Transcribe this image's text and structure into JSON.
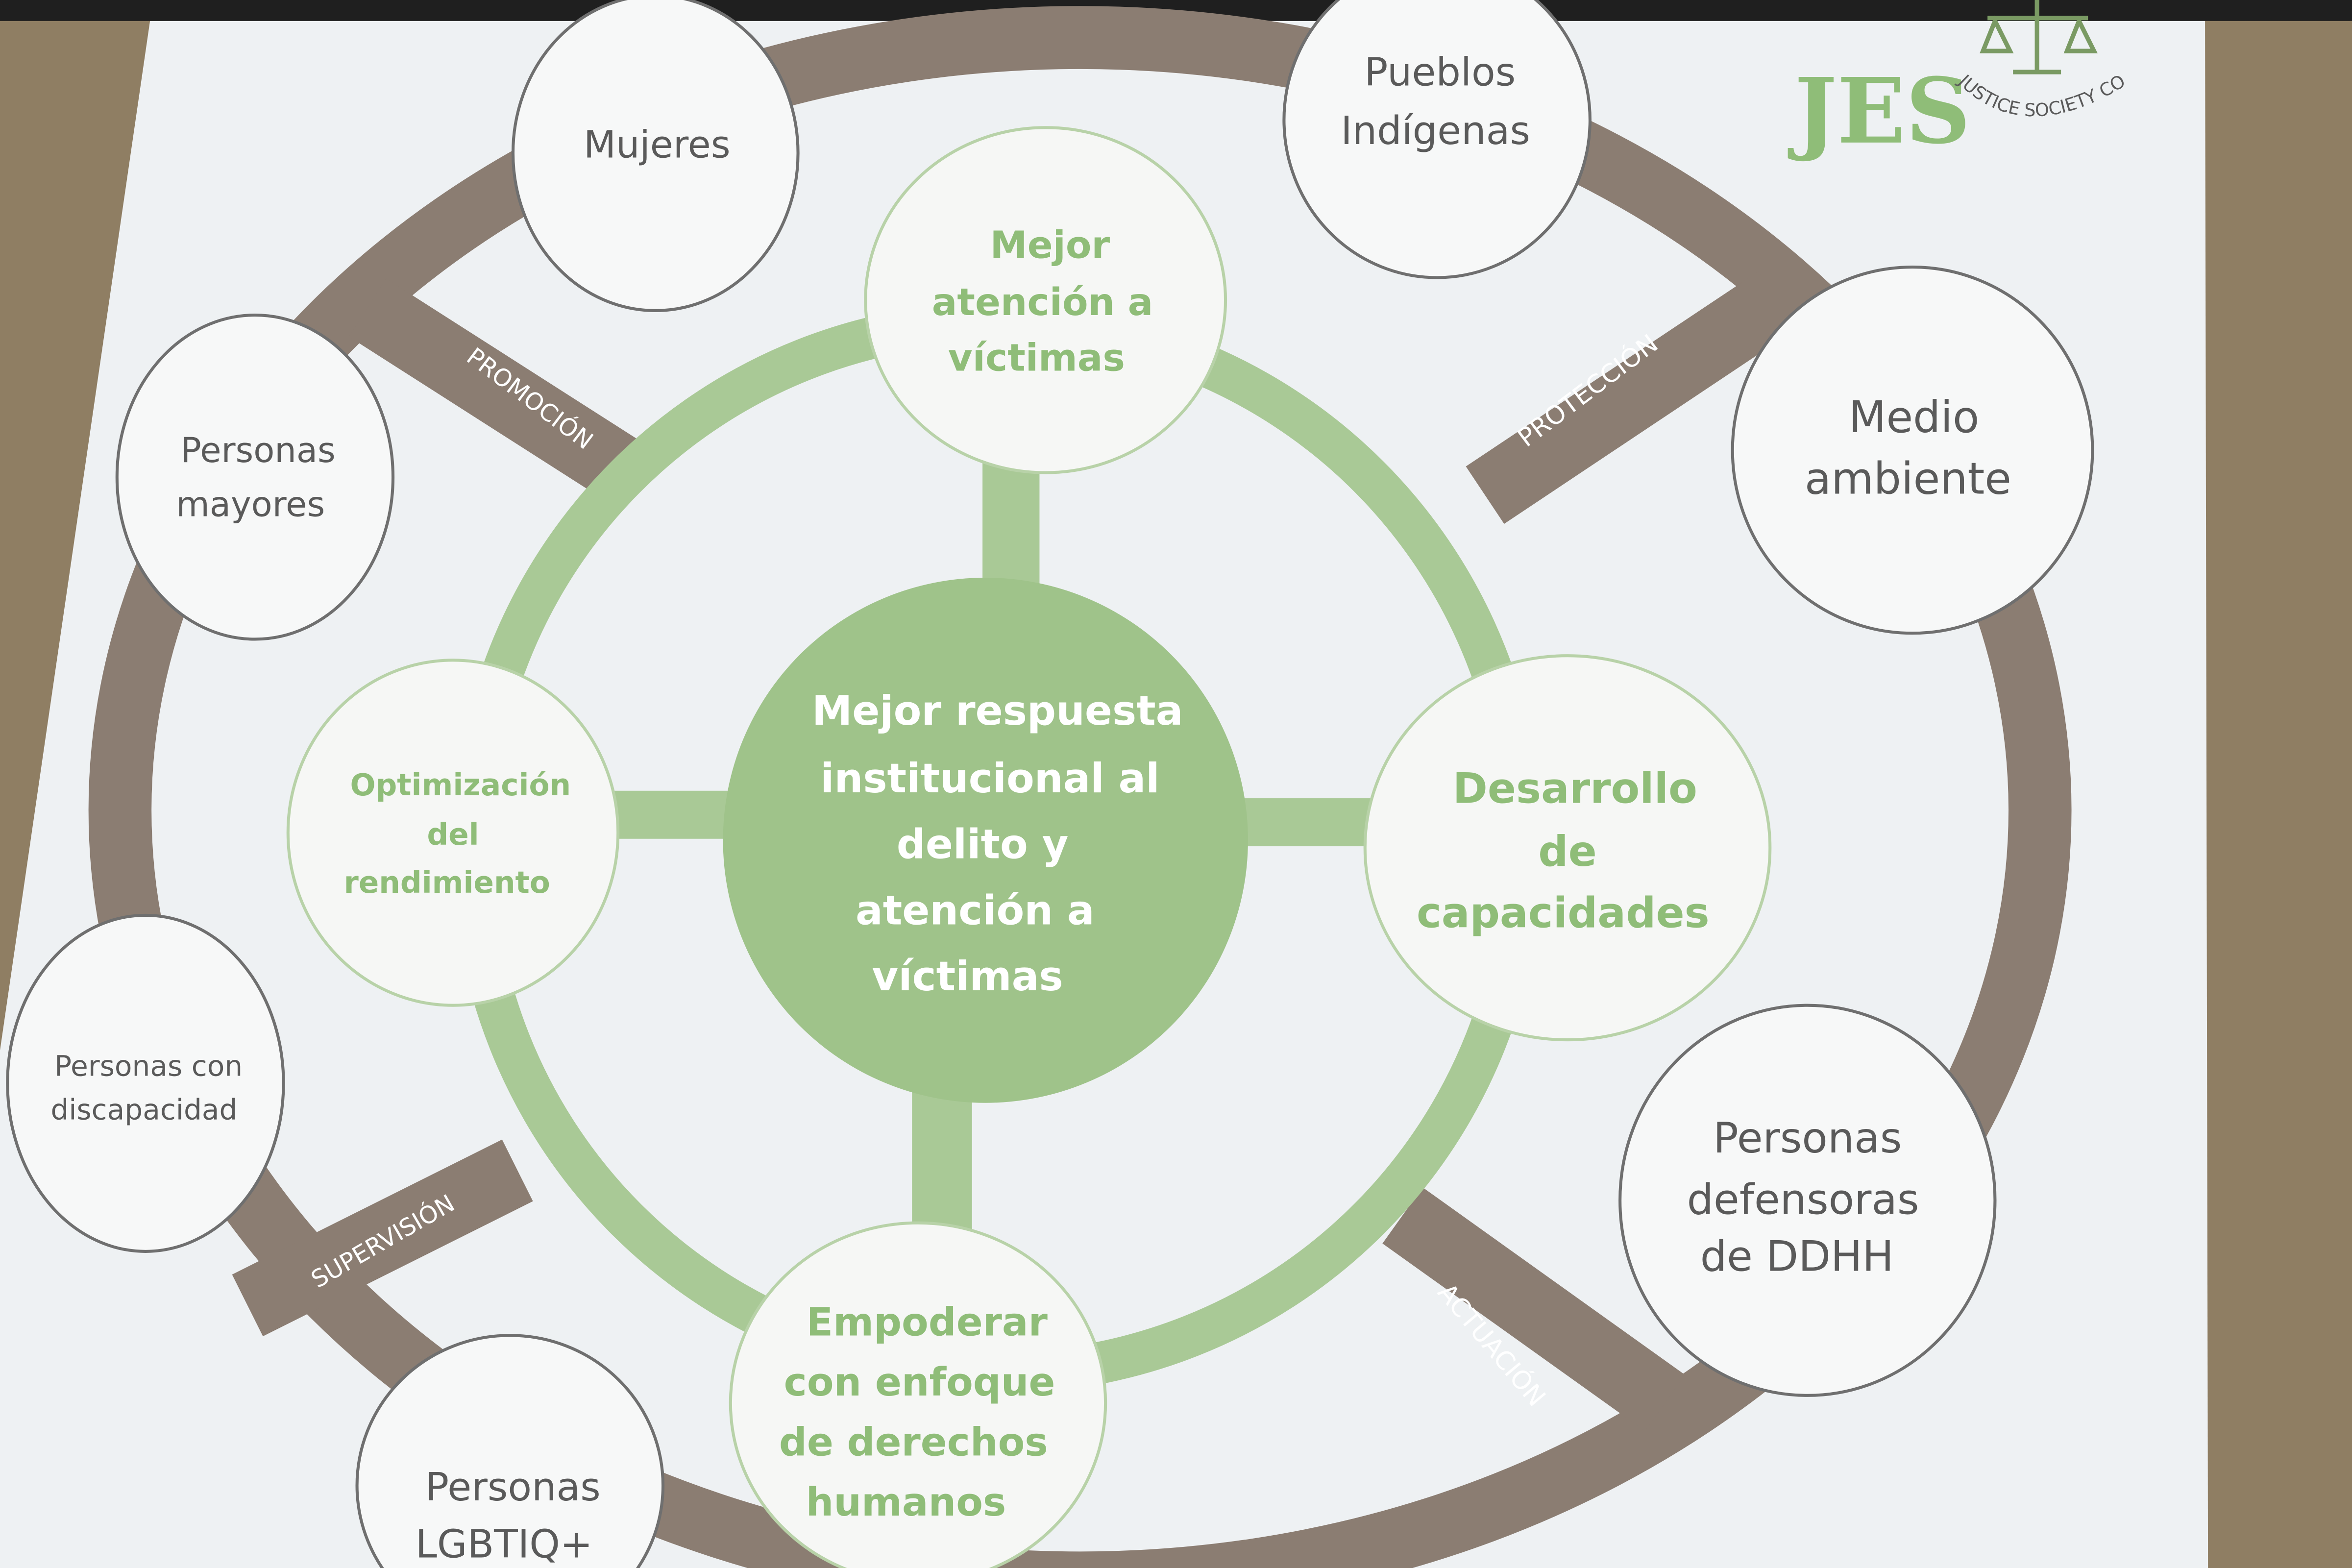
{
  "center": {
    "lines": [
      "Mejor respuesta",
      "institucional al",
      "delito y",
      "atención a",
      "víctimas"
    ]
  },
  "objectives": [
    {
      "id": "top",
      "lines": [
        "Mejor",
        "atención a",
        "víctimas"
      ]
    },
    {
      "id": "right",
      "lines": [
        "Desarrollo",
        "de",
        "capacidades"
      ]
    },
    {
      "id": "bottom",
      "lines": [
        "Empoderar",
        "con enfoque",
        "de derechos",
        "humanos"
      ]
    },
    {
      "id": "left",
      "lines": [
        "Optimización",
        "del",
        "rendimiento"
      ]
    }
  ],
  "groups": [
    {
      "id": "mujeres",
      "lines": [
        "Mujeres"
      ]
    },
    {
      "id": "pueblos",
      "lines": [
        "Pueblos",
        "Indígenas"
      ]
    },
    {
      "id": "medio",
      "lines": [
        "Medio",
        "ambiente"
      ]
    },
    {
      "id": "defensoras",
      "lines": [
        "Personas",
        "defensoras",
        "de DDHH"
      ]
    },
    {
      "id": "lgbtiq",
      "lines": [
        "Personas",
        "LGBTIQ+"
      ]
    },
    {
      "id": "discapacidad",
      "lines": [
        "Personas con",
        "discapacidad"
      ]
    },
    {
      "id": "mayores",
      "lines": [
        "Personas",
        "mayores"
      ]
    }
  ],
  "ring_labels": {
    "promocion": "PROMOCIÓN",
    "proteccion": "PROTECCIÓN",
    "supervision": "SUPERVISIÓN",
    "actuacion": "ACTUACIÓN"
  },
  "logo": {
    "name": "JES",
    "arc_text": "JUSTICE SOCIETY COALITION"
  },
  "colors": {
    "green": "#9fc38a",
    "green_text": "#8fbd78",
    "brown": "#8b7d72",
    "screen": "#eef1f3",
    "circle_stroke": "#6f6f6f",
    "group_text": "#5a5a5a"
  }
}
